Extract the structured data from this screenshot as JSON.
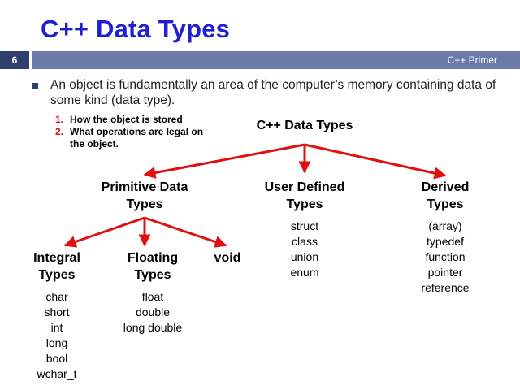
{
  "slide": {
    "title": "C++ Data Types",
    "number": "6",
    "header_right": "C++ Primer",
    "intro": "An object is fundamentally an area of the computer’s memory containing data of some kind (data type).",
    "sub_points": [
      {
        "num": "1.",
        "text": "How the object is stored"
      },
      {
        "num": "2.",
        "text": "What operations are legal on the object."
      }
    ]
  },
  "tree": {
    "root": "C++ Data Types",
    "primitive": {
      "label_line1": "Primitive Data",
      "label_line2": "Types"
    },
    "user_defined": {
      "label_line1": "User Defined",
      "label_line2": "Types",
      "items": [
        "struct",
        "class",
        "union",
        "enum"
      ]
    },
    "derived": {
      "label_line1": "Derived",
      "label_line2": "Types",
      "items": [
        "(array)",
        "typedef",
        "function",
        "pointer",
        "reference"
      ]
    },
    "integral": {
      "label_line1": "Integral",
      "label_line2": "Types",
      "items": [
        "char",
        "short",
        "int",
        "long",
        "bool",
        "wchar_t"
      ]
    },
    "floating": {
      "label_line1": "Floating",
      "label_line2": "Types",
      "items": [
        "float",
        "double",
        "long double"
      ]
    },
    "void": {
      "label": "void"
    }
  },
  "colors": {
    "title": "#1f1fd0",
    "arrow": "#e01010",
    "header_bar": "#6b7aa8",
    "header_num": "#2e3f6e"
  }
}
